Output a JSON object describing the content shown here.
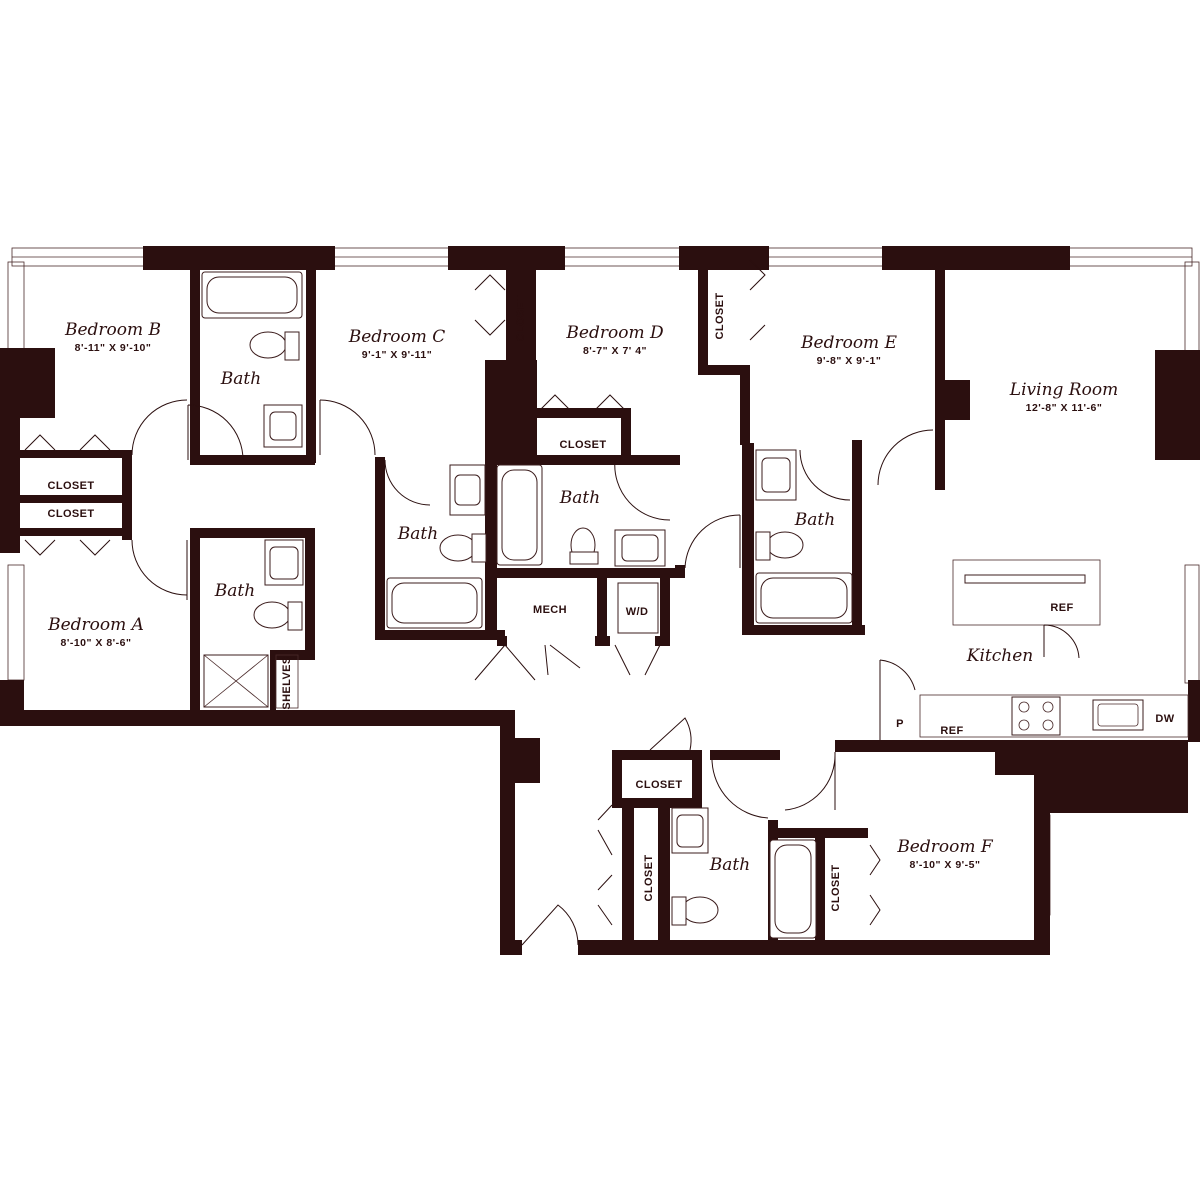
{
  "rooms": {
    "bedroom_a": {
      "name": "Bedroom A",
      "dims": "8'-10\" X 8'-6\""
    },
    "bedroom_b": {
      "name": "Bedroom B",
      "dims": "8'-11\" X 9'-10\""
    },
    "bedroom_c": {
      "name": "Bedroom C",
      "dims": "9'-1\" X 9'-11\""
    },
    "bedroom_d": {
      "name": "Bedroom D",
      "dims": "8'-7\" X 7' 4\""
    },
    "bedroom_e": {
      "name": "Bedroom E",
      "dims": "9'-8\" X 9'-1\""
    },
    "bedroom_f": {
      "name": "Bedroom F",
      "dims": "8'-10\" X 9'-5\""
    },
    "living_room": {
      "name": "Living Room",
      "dims": "12'-8\" X 11'-6\""
    },
    "kitchen": {
      "name": "Kitchen"
    }
  },
  "bath_label": "Bath",
  "labels": {
    "closet": "CLOSET",
    "mech": "MECH",
    "wd": "W/D",
    "shelves": "SHELVES",
    "ref": "REF",
    "dw": "DW",
    "pantry": "P"
  }
}
